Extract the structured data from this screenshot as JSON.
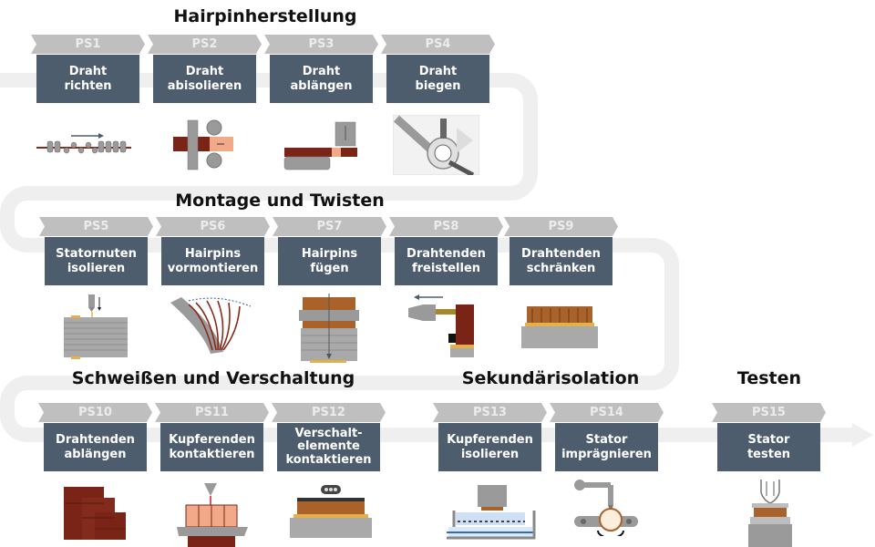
{
  "sections": [
    {
      "title": "Hairpinherstellung"
    },
    {
      "title": "Montage und Twisten"
    },
    {
      "title": "Schweißen und Verschaltung"
    },
    {
      "title": "Sekundärisolation"
    },
    {
      "title": "Testen"
    }
  ],
  "steps": [
    {
      "id": "PS1",
      "label": "Draht\nrichten",
      "icon": "wire-straightening-icon"
    },
    {
      "id": "PS2",
      "label": "Draht\nabisolieren",
      "icon": "wire-stripping-icon"
    },
    {
      "id": "PS3",
      "label": "Draht\nablängen",
      "icon": "wire-cutting-icon"
    },
    {
      "id": "PS4",
      "label": "Draht\nbiegen",
      "icon": "wire-bending-icon"
    },
    {
      "id": "PS5",
      "label": "Statornuten\nisolieren",
      "icon": "slot-insulation-icon"
    },
    {
      "id": "PS6",
      "label": "Hairpins\nvormontieren",
      "icon": "hairpin-preassembly-icon"
    },
    {
      "id": "PS7",
      "label": "Hairpins\nfügen",
      "icon": "hairpin-joining-icon"
    },
    {
      "id": "PS8",
      "label": "Drahtenden\nfreistellen",
      "icon": "wire-end-exposing-icon"
    },
    {
      "id": "PS9",
      "label": "Drahtenden\nschränken",
      "icon": "wire-end-twisting-icon"
    },
    {
      "id": "PS10",
      "label": "Drahtenden\nablängen",
      "icon": "wire-end-cutting-icon"
    },
    {
      "id": "PS11",
      "label": "Kupferenden\nkontaktieren",
      "icon": "copper-welding-icon"
    },
    {
      "id": "PS12",
      "label": "Verschalt-\nelemente\nkontaktieren",
      "icon": "interconnect-contacting-icon"
    },
    {
      "id": "PS13",
      "label": "Kupferenden\nisolieren",
      "icon": "copper-insulation-icon"
    },
    {
      "id": "PS14",
      "label": "Stator\nimprägnieren",
      "icon": "stator-impregnation-icon"
    },
    {
      "id": "PS15",
      "label": "Stator\ntesten",
      "icon": "stator-testing-icon"
    }
  ],
  "colors": {
    "chevron": "#bfbfbf",
    "chevron_text": "#ececec",
    "box": "#4d5d6e",
    "box_text": "#ffffff",
    "path": "#efefef",
    "copper_dark": "#7a2418",
    "copper_light": "#f2a98a",
    "steel": "#9a9a9a"
  }
}
